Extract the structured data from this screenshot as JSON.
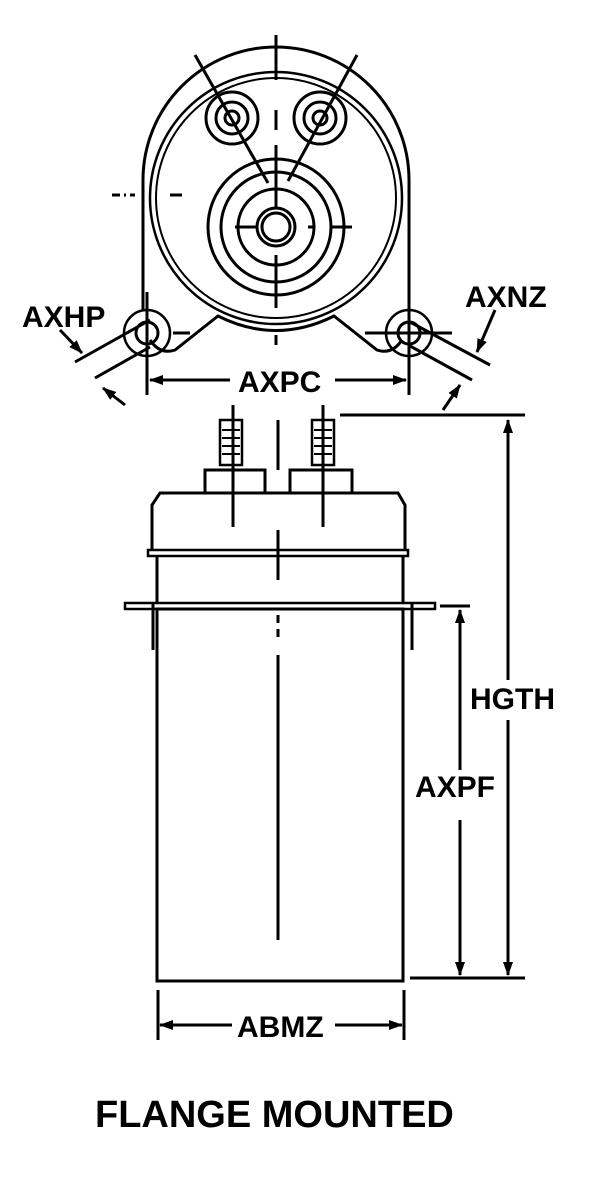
{
  "labels": {
    "axhp": "AXHP",
    "axnz": "AXNZ",
    "axpc": "AXPC",
    "hgth": "HGTH",
    "axpf": "AXPF",
    "abmz": "ABMZ"
  },
  "title": "FLANGE MOUNTED",
  "colors": {
    "ink": "#000000",
    "background": "#ffffff"
  }
}
